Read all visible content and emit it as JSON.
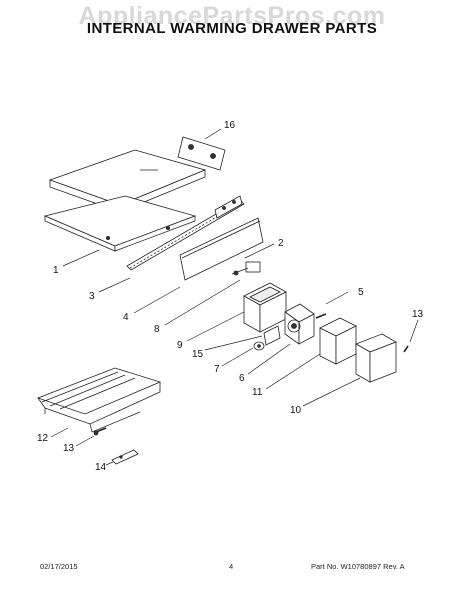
{
  "watermark": "AppliancePartsPros.com",
  "title": "INTERNAL WARMING DRAWER PARTS",
  "callouts": {
    "c16": "16",
    "c1": "1",
    "c2": "2",
    "c3": "3",
    "c4": "4",
    "c5": "5",
    "c6": "6",
    "c7": "7",
    "c8": "8",
    "c9": "9",
    "c10": "10",
    "c11": "11",
    "c12": "12",
    "c13a": "13",
    "c13b": "13",
    "c14": "14",
    "c15": "15"
  },
  "footer": {
    "date": "02/17/2015",
    "page": "4",
    "part": "Part No. W10780897  Rev. A"
  }
}
